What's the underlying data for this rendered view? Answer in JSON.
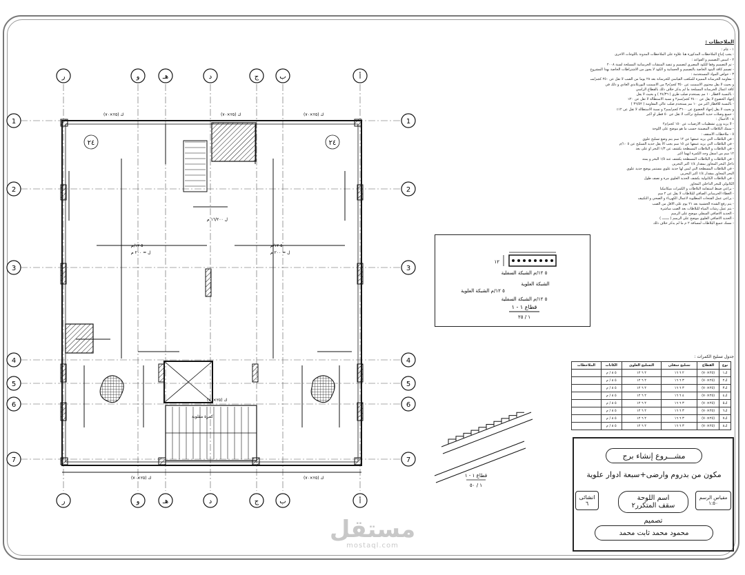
{
  "axes": {
    "columns": [
      "أ",
      "ب",
      "ج",
      "د",
      "هـ",
      "و",
      "ر"
    ],
    "rows": [
      "1",
      "2",
      "3",
      "4",
      "5",
      "6",
      "7"
    ]
  },
  "plan": {
    "room_label": "٢٤",
    "room_label_right": "٢٤",
    "beam_label": "ك (٢٥×٧٠)",
    "beam_span_label": "ل ١٦/٢٠٠ م",
    "slab_label_a": "٥ ١٢/م",
    "slab_label_b": "ل = ٢٠٠ م",
    "stair_note": "كمرة مقلوبة"
  },
  "notes": {
    "title": "الملاحظات :",
    "lines": [
      "١ - عام :",
      "- يجب إتباع الملاحظات المذكورة هنا علاوة على الملاحظات المدونة باللوحات الاخرى",
      "٢ - أسس التصميم و القواعد :",
      "- تم التصميم وفقا للكود المصري لتصميم و تنفيذ المنشآت الخرسانية المسلحة لسنة ٢٠٠٨",
      "- تصمم كافة البنود الخاصة بالتصميم و الحسابية و الكود لا يجوز من الاشتراطات الخاصة بهذا المشروع",
      "٣ - خواص المواد المستخدمة :",
      "- مقاومة الخرسانة المميزة للمكعب القياسي للخرسانة بعد ٢٨ يوما من الصب لا تقل عن ٢٥٠ كجم/سم٢",
      "و بحيث لا يقل محتوى الأسمنت عن ٣٥٠ كجم/م٣ من الاسمنت البورتلاندي العادي و ذلك في",
      "كافة أعمال الخرسانة المسلحة ما لم يذكر خلاف ذلك بالقطاع الرأسي",
      "- بالنسبة لأقطار ١٠ مم يستخدم صلب طري ( ٢٤/٣٦ ) و بحيث لا يقل",
      "إجهاد الخضوع لا يقل عن ٢٤٠٠ كجم/سم٢ و نسبة الاستطالة لا تقل عن ٢٠٪",
      "- بالنسبة للأقطار أكبر من ١٠ مم يستخدم صلب عالي المقاومة ( ٣٦/٥٢ )",
      "و بحيث لا يقل إجهاد الخضوع عن ٣٦٠٠ كجم/سم٢ و نسبة الاستطالة لا تقل عن ١٢٪",
      "- جميع وصلات حديد التسليح تراكب لا تقل عن ٥٠ قطر أو أكبر",
      "٤ - الأحمال :",
      "- لا يزيد وزن تشطيبات الأرضيات عن ١٥٠ كجم/م٢",
      "- سمك البلاطات المصمتة حسب ما هو موضح على اللوحة",
      "٥ - ملاحظات الأسقف :",
      "- في البلاطات التي يزيد عمقها عن ١٢ سم يتم وضع تسليح علوي",
      "- في البلاطات التي يزيد عمقها عن ١٥ سم يجب ألا يقل حديد التسليح عن ٥ ١٠/م",
      "- في البلاطات و البلاطات المسطحة يكشف عن ١/٣ البحر أو على بعد",
      "١٢ سم من أسفل وجه الكمرة أيهما أكبر",
      "- في البلاطات و البلاطات المسطحة يكشف عند ١/٥ البحر و يمتد",
      "داخل البحر المجاور بمقدار ١/٤ أكبر البحرين",
      "- في البلاطات المسطحة التي ليس لها حديد علوي مستمر يوضع حديد علوي",
      "البحر المجاور بمقدار ١/٤ أكبر البحرين",
      "- في البلاطات الكابولية يكشف الحديد العلوي مرة و نصف طول",
      "الكابولي للبحر الداخلي المجاور",
      "- يراعي ضبط استقامة البلاطات و الكمرات ميكانيكيا",
      "- الغطاء الخرساني الصافي للبلاطات لا يقل عن ٢ سم",
      "- يراعى عمل الفتحات المطلوبة لأعمال الكهرباء و الصحي و التكييف",
      "- يتم رفع الشدة الخشبية بعد ٢١ يوم على الأقل من الصب",
      "- يتم عمل رشات المياه للبلاطات بعد الصب مباشرة",
      "- الحديد الاضافي السفلي موضح على الرسم",
      "- الحديد الاضافي العلوي موضح على الرسم ( ـــــــ )",
      "- مسك جميع البلاطات لمسافة ٢ م ما لم يذكر خلاف ذلك"
    ]
  },
  "section_detail": {
    "top_mesh": "٥ ١٢/م الشبكة العلوية",
    "bottom_mesh": "٥ ١٢/م الشبكة السفلية",
    "top_label": "الشبكة العلوية",
    "dim": "١٢",
    "title": "قطاع ١ - ١",
    "scale": "١ / ٢٥"
  },
  "stair_detail": {
    "title": "قطاع ١ - ١",
    "scale": "١ / ٥٠"
  },
  "schedule": {
    "title": "جدول تسليح الكمرات :",
    "headers": [
      "نوع",
      "القطاع",
      "تسليح سفلي",
      "التسليح العلوي",
      "الكانات",
      "الملاحظات"
    ],
    "rows": [
      [
        "ك١",
        "(٢٥×٧٠)",
        "٢ ٦ ١٦",
        "٢ ٦ ١٢",
        "٥ ٨ / م",
        ""
      ],
      [
        "ك٢",
        "(٢٥×٧٠)",
        "٣ ٦ ١٦",
        "٢ ٦ ١٢",
        "٥ ٨ / م",
        ""
      ],
      [
        "ك٣",
        "(٢٥×٧٠)",
        "٣ ٦ ١٦",
        "٢ ٦ ١٢",
        "٥ ٨ / م",
        ""
      ],
      [
        "ك٤",
        "(٢٥×٧٠)",
        "٤ ٦ ١٦",
        "٢ ٦ ١٢",
        "٥ ٨ / م",
        ""
      ],
      [
        "ك٥",
        "(٢٥×٧٠)",
        "٣ ٦ ١٦",
        "٢ ٦ ١٢",
        "٥ ٨ / م",
        ""
      ],
      [
        "ك٦",
        "(٢٥×٧٠)",
        "٣ ٦ ١٦",
        "٢ ٦ ١٢",
        "٥ ٨ / م",
        ""
      ],
      [
        "ك٧",
        "(٢٥×٧٠)",
        "٣ ٦ ١٦",
        "٢ ٦ ١٢",
        "٥ ٨ / م",
        ""
      ],
      [
        "ك٨",
        "(٢٥×٧٠)",
        "٣ ٦ ١٦",
        "٢ ٦ ١٢",
        "٥ ٨ / م",
        ""
      ]
    ]
  },
  "title_block": {
    "project": "مشـــروع إنشاء برج",
    "description": "مكون من بدروم وارضى+سبعة ادوار علوية",
    "discipline_label": "انشائى",
    "sheet_number": "٦",
    "sheet_name_label": "اسم اللوحة",
    "sheet_name": "سقف المتكرر٢",
    "scale_label": "مقياس الرسم",
    "scale_value": "١:٥٠",
    "designer_label": "تصميم",
    "designer_name": "محمود محمد ثابت محمد"
  },
  "watermark": {
    "main": "مستقل",
    "sub": "mostaql.com"
  }
}
